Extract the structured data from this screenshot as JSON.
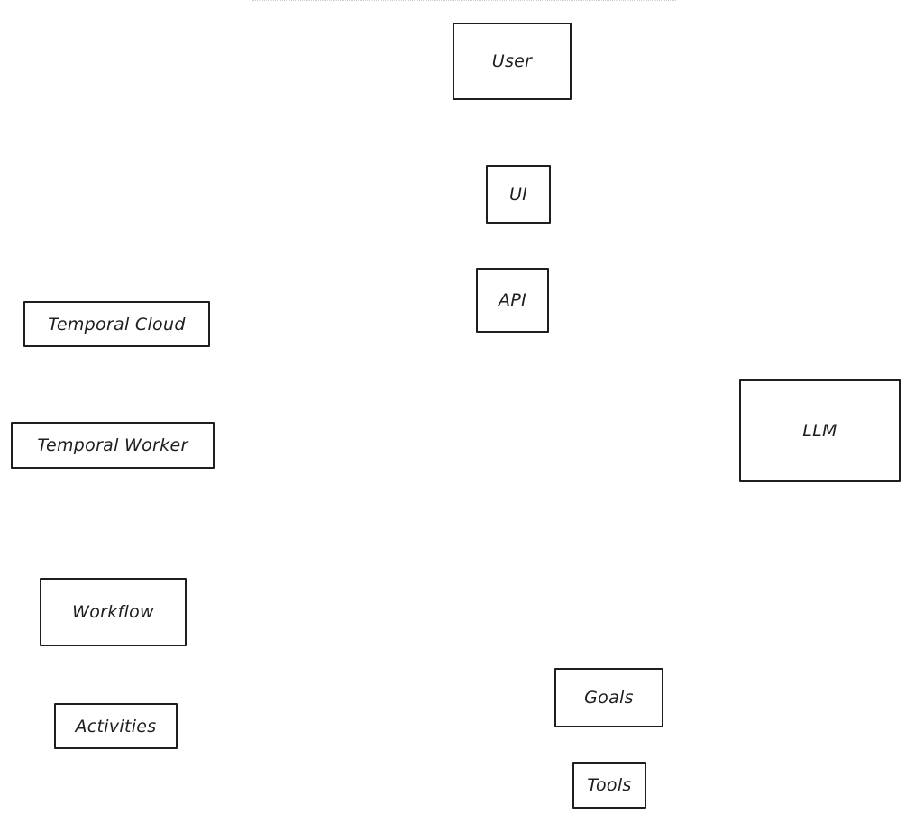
{
  "diagram": {
    "nodes": [
      {
        "id": "user",
        "label": "User"
      },
      {
        "id": "ui",
        "label": "UI"
      },
      {
        "id": "api",
        "label": "API"
      },
      {
        "id": "temporal-cloud",
        "label": "Temporal Cloud"
      },
      {
        "id": "temporal-worker",
        "label": "Temporal Worker"
      },
      {
        "id": "llm",
        "label": "LLM"
      },
      {
        "id": "workflow",
        "label": "Workflow"
      },
      {
        "id": "activities",
        "label": "Activities"
      },
      {
        "id": "goals",
        "label": "Goals"
      },
      {
        "id": "tools",
        "label": "Tools"
      }
    ]
  }
}
